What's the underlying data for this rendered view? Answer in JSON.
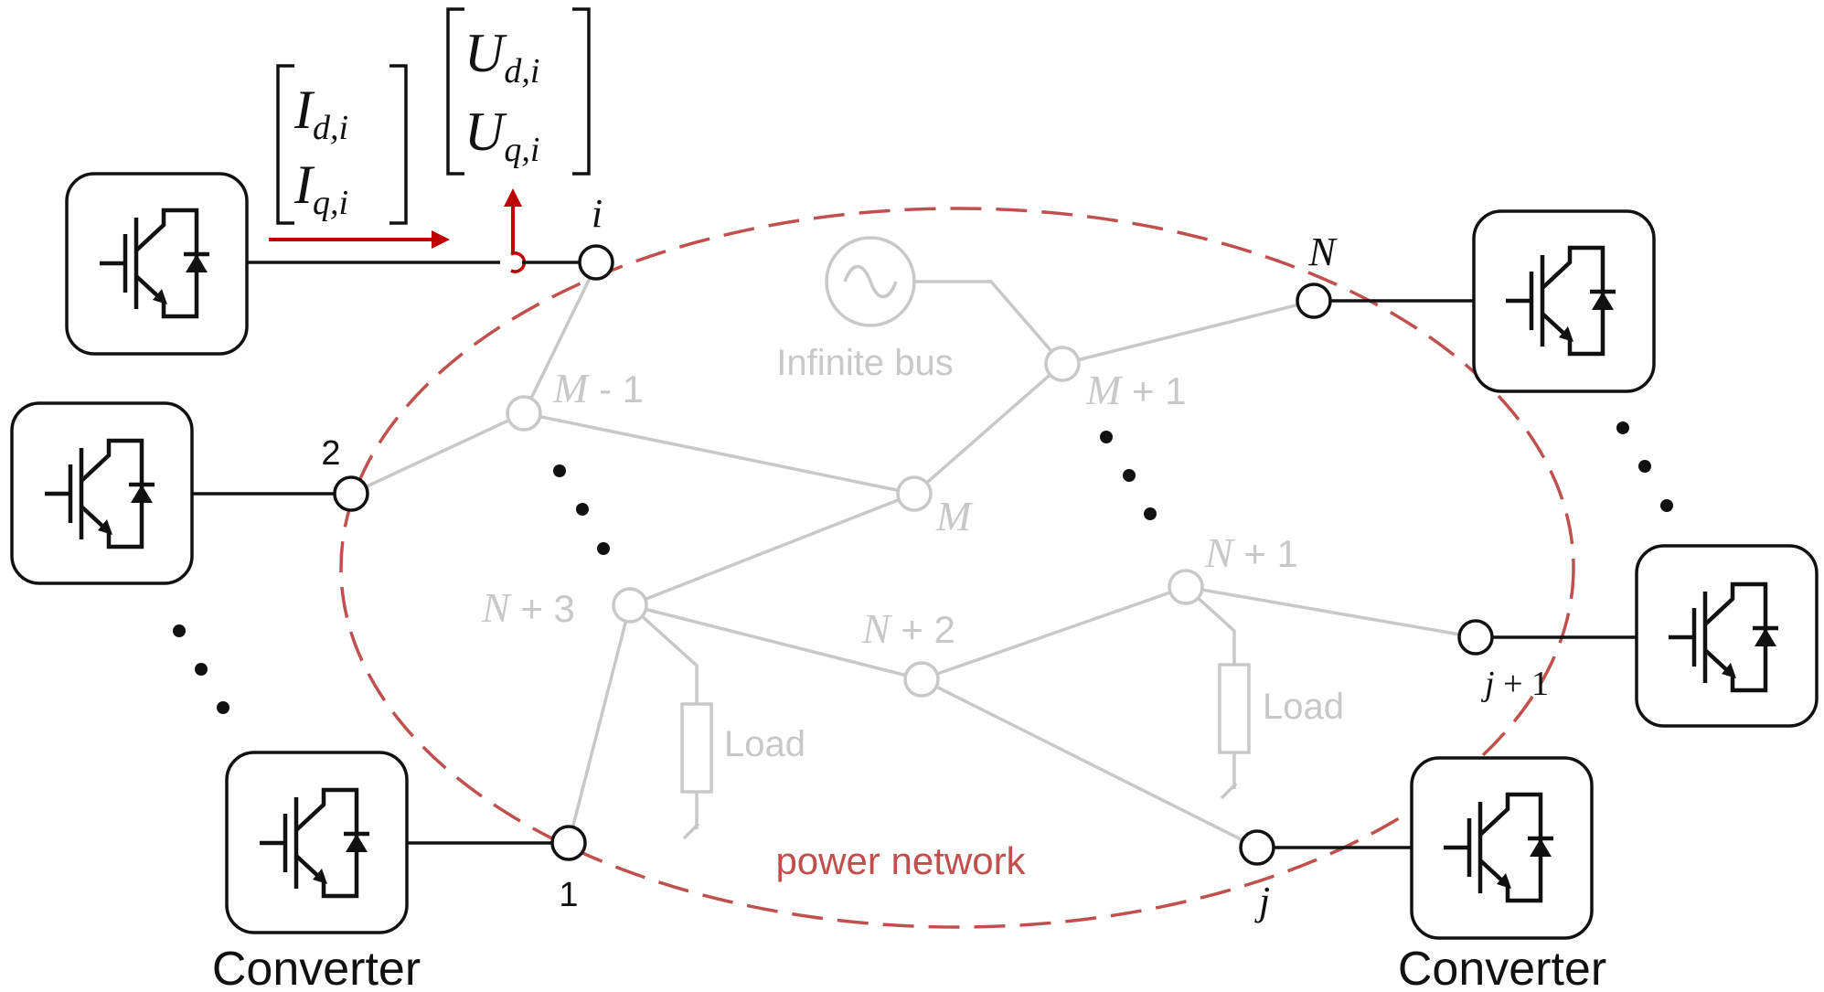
{
  "network_label": "power network",
  "infinite_bus_label": "Infinite bus",
  "converter_label": "Converter",
  "load_label": "Load",
  "current_vector": {
    "top": "I",
    "top_sub": "d,i",
    "bottom": "I",
    "bottom_sub": "q,i"
  },
  "voltage_vector": {
    "top": "U",
    "top_sub": "d,i",
    "bottom": "U",
    "bottom_sub": "q,i"
  },
  "bus_labels": {
    "i": "i",
    "two": "2",
    "one": "1",
    "N": "N",
    "j1_var": "j",
    "j1_rest": " + 1",
    "j": "j",
    "Mm1_var": "M",
    "Mm1_rest": " - 1",
    "M": "M",
    "Mp1_var": "M",
    "Mp1_rest": " + 1",
    "N3_var": "N",
    "N3_rest": " + 3",
    "N2_var": "N",
    "N2_rest": " + 2",
    "N1_var": "N",
    "N1_rest": " + 1"
  },
  "colors": {
    "network_boundary": "#c0504d",
    "signal_arrow": "#c00000",
    "grid_gray": "#c8c8c8",
    "device_black": "#111111"
  }
}
